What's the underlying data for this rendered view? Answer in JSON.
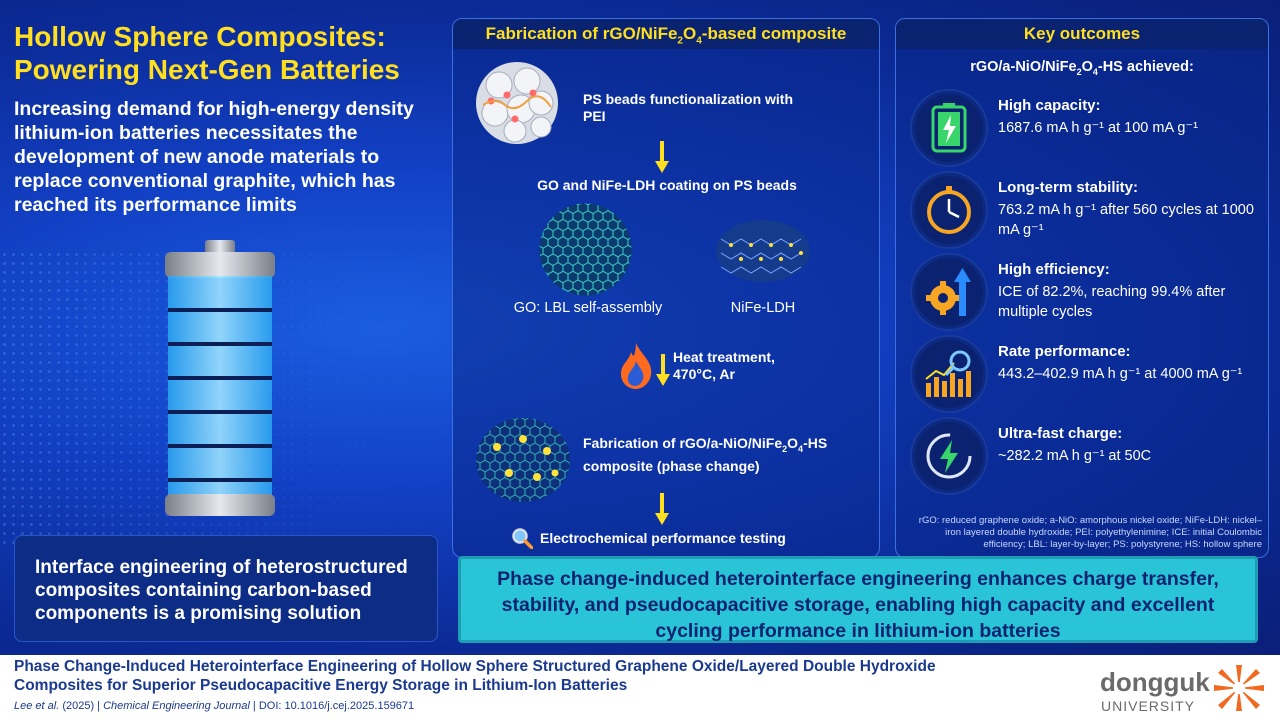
{
  "left": {
    "title": "Hollow Sphere Composites: Powering Next-Gen Batteries",
    "intro": "Increasing demand for high-energy density lithium-ion batteries necessitates the development of new anode materials to replace conventional graphite, which has reached its performance limits",
    "solution": "Interface engineering of heterostructured composites containing carbon-based components is a promising solution"
  },
  "fabrication": {
    "header_prefix": "Fabrication of rGO/NiFe",
    "header_sub1": "2",
    "header_mid": "O",
    "header_sub2": "4",
    "header_suffix": "-based composite",
    "step1": "PS beads functionalization with PEI",
    "step2": "GO and NiFe-LDH coating on PS beads",
    "go_label": "GO: LBL self-assembly",
    "ldh_label": "NiFe-LDH",
    "step3": "Heat treatment, 470°C, Ar",
    "step4_prefix": "Fabrication of rGO/a-NiO/NiFe",
    "step4_sub1": "2",
    "step4_mid": "O",
    "step4_sub2": "4",
    "step4_suffix": "-HS composite (phase change)",
    "step5": "Electrochemical performance testing"
  },
  "outcomes": {
    "header": "Key outcomes",
    "sub_prefix": "rGO/a-NiO/NiFe",
    "sub_s1": "2",
    "sub_mid": "O",
    "sub_s2": "4",
    "sub_suffix": "-HS achieved:",
    "items": [
      {
        "title": "High capacity:",
        "desc": "1687.6 mA h g⁻¹ at 100 mA g⁻¹",
        "icon": "battery-charge-icon"
      },
      {
        "title": "Long-term stability:",
        "desc": "763.2 mA h g⁻¹ after 560 cycles at 1000 mA g⁻¹",
        "icon": "stopwatch-icon"
      },
      {
        "title": "High efficiency:",
        "desc": "ICE of 82.2%, reaching 99.4% after multiple cycles",
        "icon": "gear-arrow-icon"
      },
      {
        "title": "Rate performance:",
        "desc": "443.2–402.9 mA h g⁻¹ at 4000 mA g⁻¹",
        "icon": "chart-magnifier-icon"
      },
      {
        "title": "Ultra-fast charge:",
        "desc": "~282.2 mA h g⁻¹ at 50C",
        "icon": "lightning-circle-icon"
      }
    ],
    "abbreviations": "rGO: reduced graphene oxide; a-NiO: amorphous nickel oxide; NiFe-LDH: nickel–iron layered double hydroxide; PEI: polyethylenimine; ICE: initial Coulombic efficiency; LBL: layer-by-layer; PS: polystyrene; HS: hollow sphere"
  },
  "conclusion": "Phase change-induced heterointerface engineering enhances charge transfer, stability, and pseudocapacitive storage, enabling high capacity and excellent cycling performance in lithium-ion batteries",
  "footer": {
    "title": "Phase Change-Induced Heterointerface Engineering of Hollow Sphere Structured Graphene Oxide/Layered Double Hydroxide Composites for Superior Pseudocapacitive Energy Storage in Lithium-Ion Batteries",
    "authors": "Lee et al.",
    "year": " (2025) | ",
    "journal": "Chemical Engineering Journal",
    "doi": " | DOI: 10.1016/j.cej.2025.159671",
    "logo_word": "dongguk",
    "logo_uni": "UNIVERSITY"
  },
  "colors": {
    "accent_yellow": "#ffdf1f",
    "cyan_box": "#29c4d8",
    "navy": "#0a2370",
    "logo_orange": "#f26a21"
  }
}
